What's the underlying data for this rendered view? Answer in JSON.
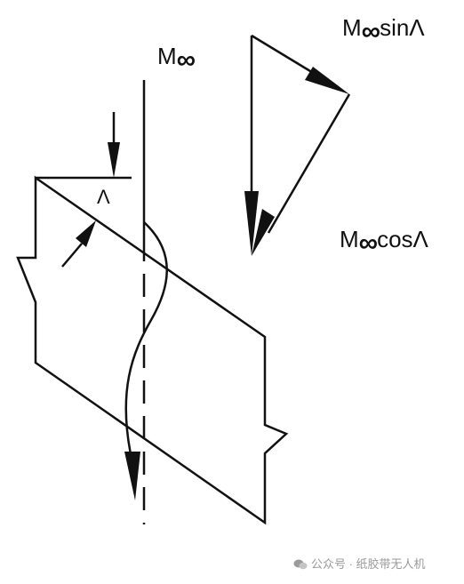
{
  "labels": {
    "free_stream_prefix": "M",
    "free_stream_symbol": "∞",
    "sin_prefix": "M",
    "sin_symbol": "∞",
    "sin_suffix": "sinΛ",
    "cos_prefix": "M",
    "cos_symbol": "∞",
    "cos_suffix": "cosΛ",
    "sweep_angle": "Λ"
  },
  "watermark": {
    "text": "公众号 · 纸胶带无人机"
  },
  "colors": {
    "ink": "#111111",
    "watermark": "#9a9a9a"
  }
}
